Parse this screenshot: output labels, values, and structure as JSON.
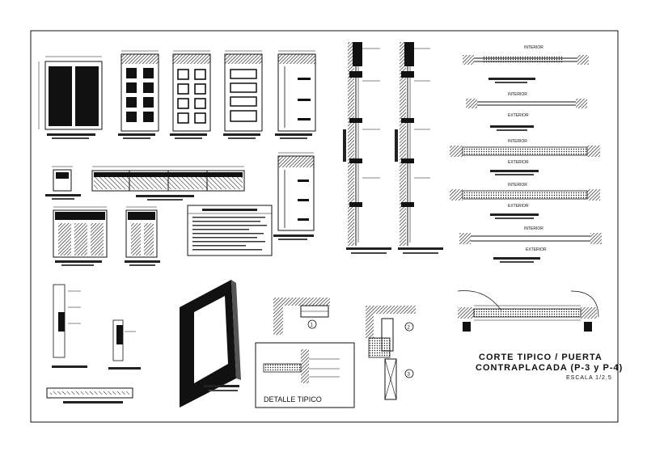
{
  "sheet": {
    "title_line_1": "CORTE TIPICO / PUERTA",
    "title_line_2": "CONTRAPLACADA (P-3 y P-4)",
    "scale": "ESCALA 1/2.5",
    "detail_label": "DETALLE TIPICO"
  },
  "labels": {
    "interior": "INTERIOR",
    "exterior": "EXTERIOR"
  },
  "callouts": [
    "1",
    "2",
    "3"
  ],
  "colors": {
    "ink": "#111111",
    "hatch": "#2a2a2a",
    "paper": "#ffffff"
  }
}
